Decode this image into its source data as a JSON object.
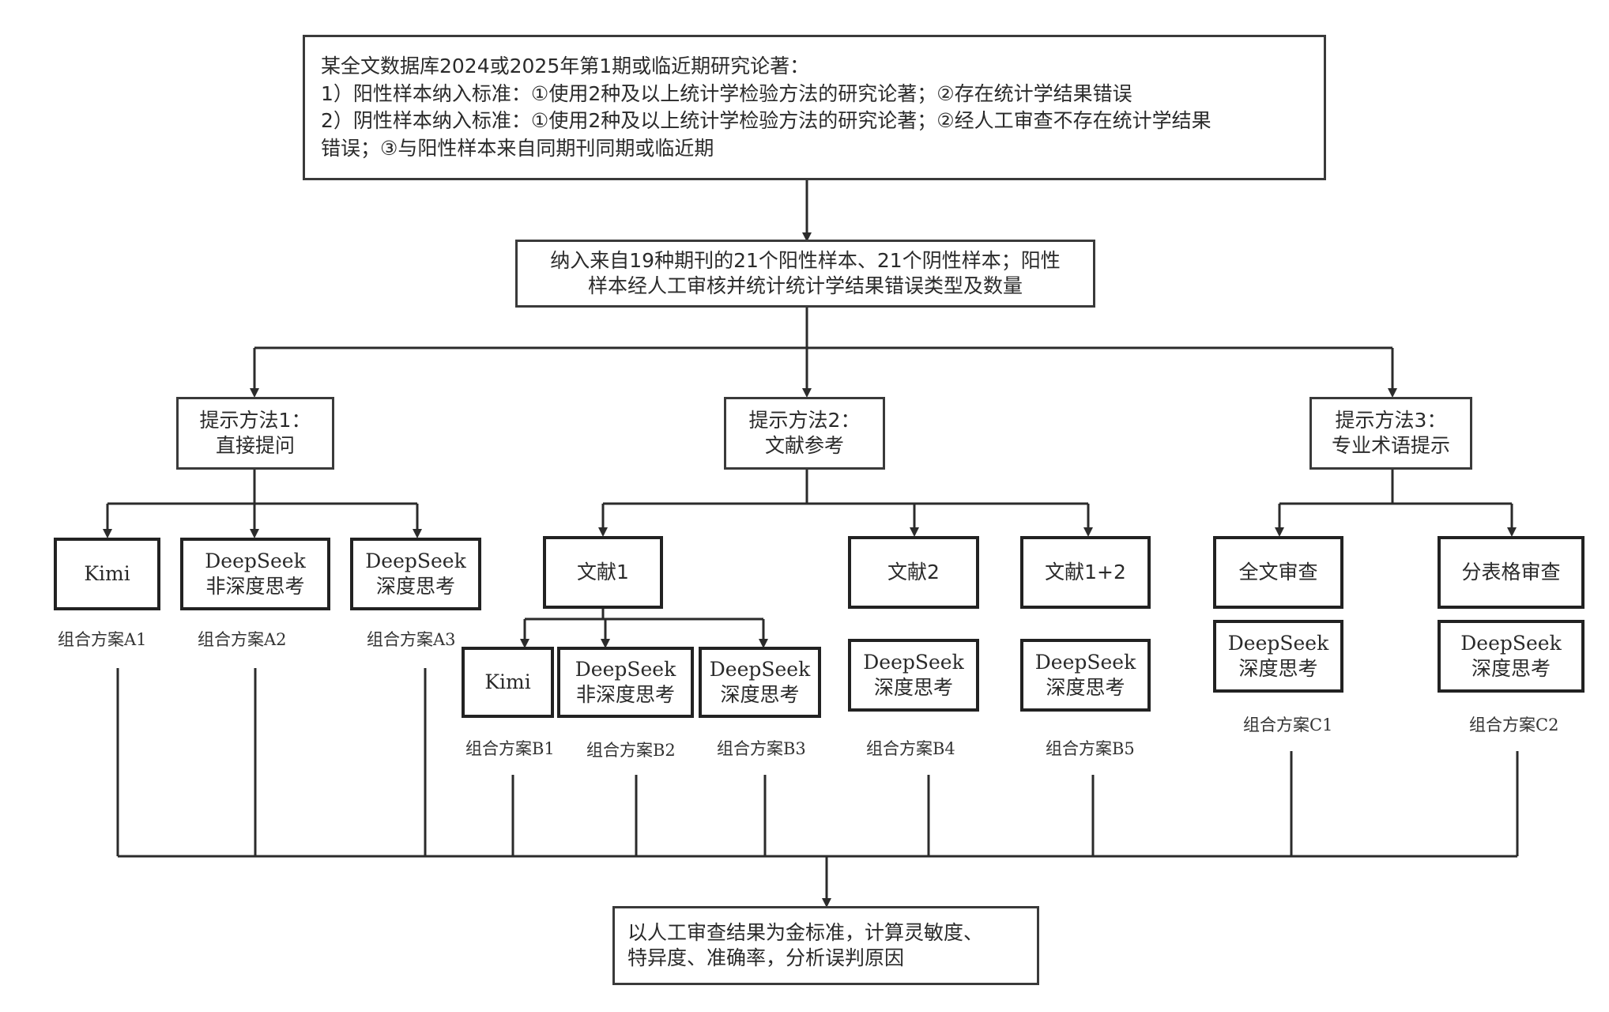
{
  "criteria": {
    "line1": "某全文数据库2024或2025年第1期或临近期研究论著：",
    "line2": " 1）阳性样本纳入标准：①使用2种及以上统计学检验方法的研究论著；②存在统计学结果错误",
    "line3": " 2）阴性样本纳入标准：①使用2种及以上统计学检验方法的研究论著；②经人工审查不存在统计学结果",
    "line4": "错误；③与阳性样本来自同期刊同期或临近期"
  },
  "sample": {
    "line1": "纳入来自19种期刊的21个阳性样本、21个阴性样本；阳性",
    "line2": "样本经人工审核并统计统计学结果错误类型及数量"
  },
  "methods": [
    {
      "line1": "提示方法1：",
      "line2": "直接提问"
    },
    {
      "line1": "提示方法2：",
      "line2": "文献参考"
    },
    {
      "line1": "提示方法3：",
      "line2": "专业术语提示"
    }
  ],
  "method1_models": [
    {
      "line1": "Kimi",
      "line2": ""
    },
    {
      "line1": "DeepSeek",
      "line2": "非深度思考"
    },
    {
      "line1": "DeepSeek",
      "line2": "深度思考"
    }
  ],
  "method2_refs": [
    "文献1",
    "文献2",
    "文献1+2"
  ],
  "ref1_models": [
    {
      "line1": "Kimi",
      "line2": ""
    },
    {
      "line1": "DeepSeek",
      "line2": "非深度思考"
    },
    {
      "line1": "DeepSeek",
      "line2": "深度思考"
    }
  ],
  "ref2_model": {
    "line1": "DeepSeek",
    "line2": "深度思考"
  },
  "ref12_model": {
    "line1": "DeepSeek",
    "line2": "深度思考"
  },
  "method3_types": [
    "全文审查",
    "分表格审查"
  ],
  "method3_models": [
    {
      "line1": "DeepSeek",
      "line2": "深度思考"
    },
    {
      "line1": "DeepSeek",
      "line2": "深度思考"
    }
  ],
  "schemes": {
    "A1": "组合方案A1",
    "A2": "组合方案A2",
    "A3": "组合方案A3",
    "B1": "组合方案B1",
    "B2": "组合方案B2",
    "B3": "组合方案B3",
    "B4": "组合方案B4",
    "B5": "组合方案B5",
    "C1": "组合方案C1",
    "C2": "组合方案C2"
  },
  "result": {
    "line1": "以人工审查结果为金标准，计算灵敏度、",
    "line2": "特异度、准确率，分析误判原因"
  },
  "colors": {
    "line": "#2b2b2b",
    "box_border": "#3a3a3a"
  }
}
